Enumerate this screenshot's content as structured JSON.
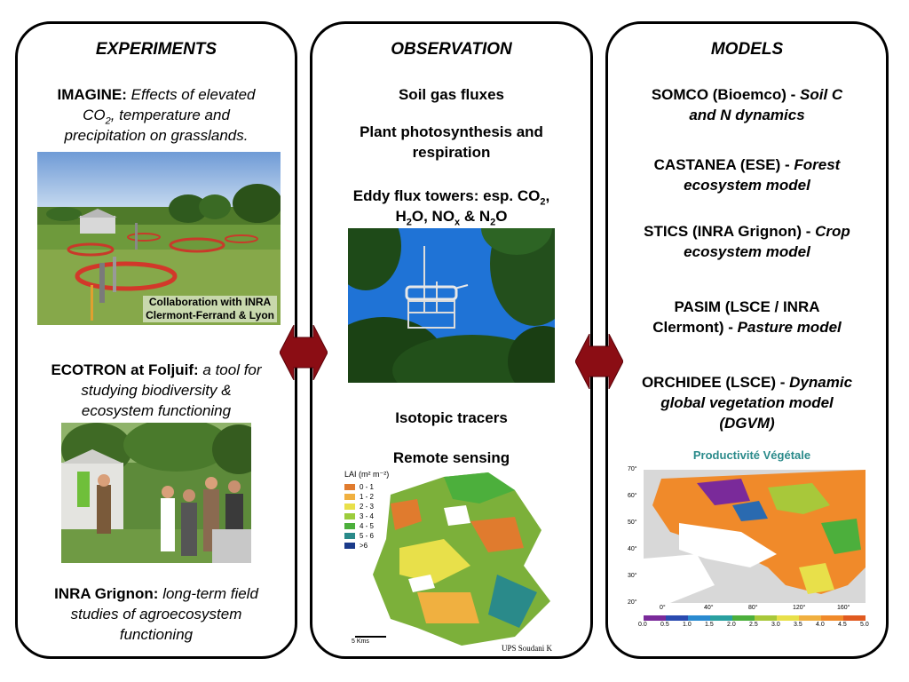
{
  "experiments": {
    "title": "EXPERIMENTS",
    "imagine": {
      "label": "IMAGINE:",
      "text_1": "Effects of elevated",
      "text_2a": "CO",
      "text_2sub": "2",
      "text_2b": ", temperature and",
      "text_3": "precipitation on grasslands."
    },
    "imagine_photo_caption_1": "Collaboration with INRA",
    "imagine_photo_caption_2": "Clermont-Ferrand & Lyon",
    "ecotron": {
      "label": "ECOTRON at Foljuif:",
      "text_1": "a tool for",
      "text_2": "studying biodiversity &",
      "text_3": "ecosystem functioning"
    },
    "grignon": {
      "label": "INRA Grignon:",
      "text_1": "long-term field",
      "text_2": "studies of agroecosystem",
      "text_3": "functioning"
    }
  },
  "observation": {
    "title": "OBSERVATION",
    "soil": "Soil gas fluxes",
    "plant_1": "Plant photosynthesis and",
    "plant_2": "respiration",
    "eddy_1a": "Eddy flux towers: esp. CO",
    "eddy_1sub": "2",
    "eddy_1b": ",",
    "eddy_2a": "H",
    "eddy_2sub1": "2",
    "eddy_2b": "O, NO",
    "eddy_2sub2": "x",
    "eddy_2c": " & N",
    "eddy_2sub3": "2",
    "eddy_2d": "O",
    "isotopic": "Isotopic tracers",
    "remote": "Remote sensing",
    "lai_map": {
      "legend_title": "LAI (m² m⁻²)",
      "legend": [
        {
          "label": "0 - 1",
          "color": "#e07b2e"
        },
        {
          "label": "1 - 2",
          "color": "#f0b040"
        },
        {
          "label": "2 - 3",
          "color": "#e8e04a"
        },
        {
          "label": "3 - 4",
          "color": "#9ccc3c"
        },
        {
          "label": "4 - 5",
          "color": "#4caf3c"
        },
        {
          "label": "5 - 6",
          "color": "#2a8a8a"
        },
        {
          "label": ">6",
          "color": "#1a3a8a"
        }
      ],
      "scale": "5 Kms",
      "credit": "UPS Soudani K"
    }
  },
  "models": {
    "title": "MODELS",
    "somco": {
      "a": "SOMCO (Bioemco) - ",
      "b": "Soil C",
      "c": "and N dynamics"
    },
    "castanea": {
      "a": "CASTANEA (ESE) - ",
      "b": "Forest",
      "c": "ecosystem model"
    },
    "stics": {
      "a": "STICS (INRA Grignon) - ",
      "b": "Crop",
      "c": "ecosystem model"
    },
    "pasim": {
      "a": "PASIM (LSCE / INRA",
      "b": "Clermont) - ",
      "c": "Pasture model"
    },
    "orchidee": {
      "a": "ORCHIDEE (LSCE) - ",
      "b": "Dynamic",
      "c": "global vegetation model",
      "d": "(DGVM)"
    },
    "map": {
      "title": "Productivité Végétale",
      "lat_labels": [
        "70°",
        "60°",
        "50°",
        "40°",
        "30°",
        "20°"
      ],
      "lon_labels": [
        "0°",
        "40°",
        "80°",
        "120°",
        "160°"
      ],
      "colorbar": [
        "0.0",
        "0.5",
        "1.0",
        "1.5",
        "2.0",
        "2.5",
        "3.0",
        "3.5",
        "4.0",
        "4.5",
        "5.0"
      ]
    }
  },
  "colors": {
    "arrow": "#8b0d14",
    "map_title": "#2a8a8a"
  }
}
